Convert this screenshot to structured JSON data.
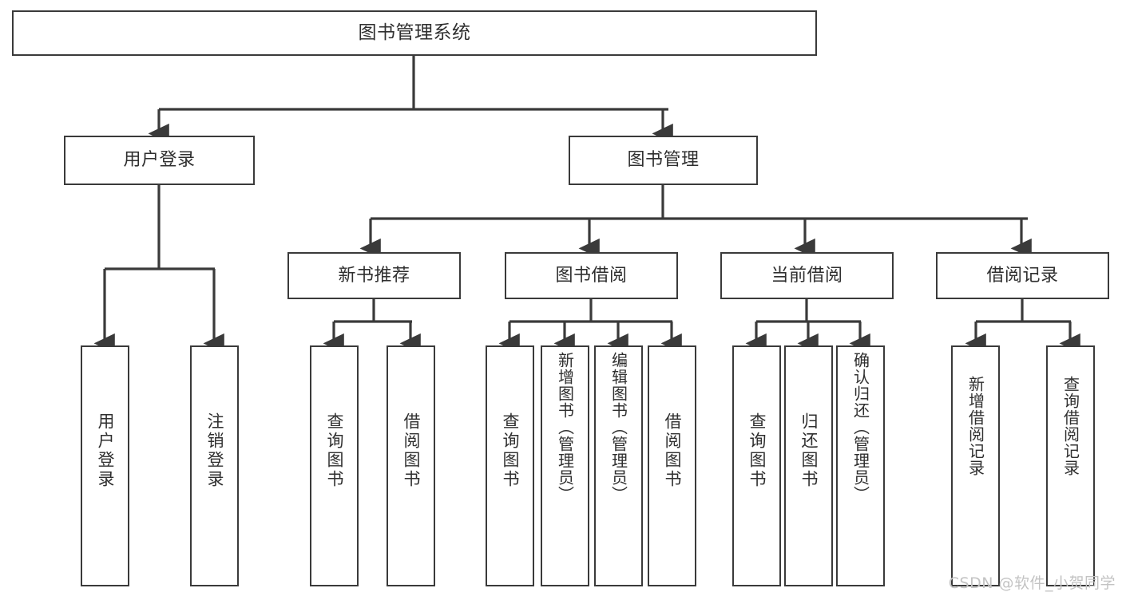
{
  "diagram": {
    "type": "tree-hierarchy",
    "title": "图书管理系统",
    "watermark": "CSDN @软件_小贺同学",
    "colors": {
      "box_border": "#3a3a3a",
      "box_fill": "#ffffff",
      "edge": "#3a3a3a",
      "text": "#2f2f2f",
      "watermark": "#c3c3c3",
      "background": "#ffffff"
    },
    "levels": [
      {
        "level": 1,
        "nodes": [
          "root"
        ]
      },
      {
        "level": 2,
        "nodes": [
          "user-login",
          "book-manage"
        ]
      },
      {
        "level": 3,
        "nodes": [
          "new-book-rec",
          "book-borrow",
          "current-borrow",
          "borrow-record"
        ]
      },
      {
        "level": 4,
        "nodes": [
          "leaf-user-login",
          "leaf-logout",
          "leaf-query-book-1",
          "leaf-borrow-book-1",
          "leaf-query-book-2",
          "leaf-add-book",
          "leaf-edit-book",
          "leaf-borrow-book-2",
          "leaf-query-book-3",
          "leaf-return-book",
          "leaf-confirm-return",
          "leaf-add-record",
          "leaf-query-record"
        ]
      }
    ],
    "nodes": {
      "root": {
        "label": "图书管理系统"
      },
      "user_login": {
        "label": "用户登录"
      },
      "book_manage": {
        "label": "图书管理"
      },
      "new_book_rec": {
        "label": "新书推荐"
      },
      "book_borrow": {
        "label": "图书借阅"
      },
      "current_borrow": {
        "label": "当前借阅"
      },
      "borrow_record": {
        "label": "借阅记录"
      },
      "leaf_user_login": {
        "label": "用户登录"
      },
      "leaf_logout": {
        "label": "注销登录"
      },
      "leaf_query_book_1": {
        "label": "查询图书"
      },
      "leaf_borrow_book_1": {
        "label": "借阅图书"
      },
      "leaf_query_book_2": {
        "label": "查询图书"
      },
      "leaf_add_book": {
        "label": "新增图书（管理员）"
      },
      "leaf_edit_book": {
        "label": "编辑图书（管理员）"
      },
      "leaf_borrow_book_2": {
        "label": "借阅图书"
      },
      "leaf_query_book_3": {
        "label": "查询图书"
      },
      "leaf_return_book": {
        "label": "归还图书"
      },
      "leaf_confirm_return": {
        "label": "确认归还（管理员）"
      },
      "leaf_add_record": {
        "label": "新增借阅记录"
      },
      "leaf_query_record": {
        "label": "查询借阅记录"
      }
    },
    "edges": [
      {
        "from": "root",
        "to": "user-login"
      },
      {
        "from": "root",
        "to": "book-manage"
      },
      {
        "from": "user-login",
        "to": "leaf-user-login"
      },
      {
        "from": "user-login",
        "to": "leaf-logout"
      },
      {
        "from": "book-manage",
        "to": "new-book-rec"
      },
      {
        "from": "book-manage",
        "to": "book-borrow"
      },
      {
        "from": "book-manage",
        "to": "current-borrow"
      },
      {
        "from": "book-manage",
        "to": "borrow-record"
      },
      {
        "from": "new-book-rec",
        "to": "leaf-query-book-1"
      },
      {
        "from": "new-book-rec",
        "to": "leaf-borrow-book-1"
      },
      {
        "from": "book-borrow",
        "to": "leaf-query-book-2"
      },
      {
        "from": "book-borrow",
        "to": "leaf-add-book"
      },
      {
        "from": "book-borrow",
        "to": "leaf-edit-book"
      },
      {
        "from": "book-borrow",
        "to": "leaf-borrow-book-2"
      },
      {
        "from": "current-borrow",
        "to": "leaf-query-book-3"
      },
      {
        "from": "current-borrow",
        "to": "leaf-return-book"
      },
      {
        "from": "current-borrow",
        "to": "leaf-confirm-return"
      },
      {
        "from": "borrow-record",
        "to": "leaf-add-record"
      },
      {
        "from": "borrow-record",
        "to": "leaf-query-record"
      }
    ]
  }
}
